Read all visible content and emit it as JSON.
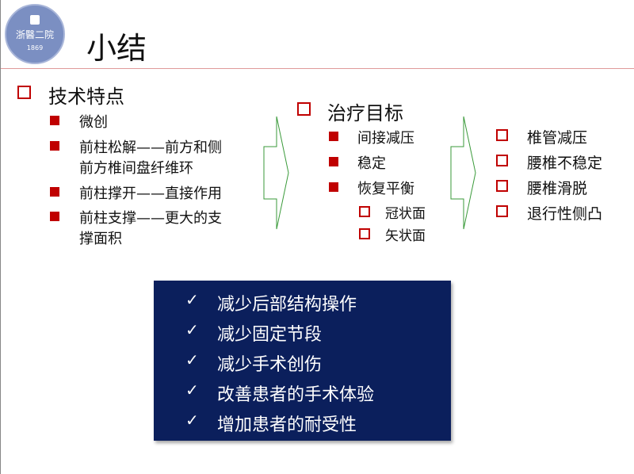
{
  "logo": {
    "text": "浙醫二院",
    "year": "1869"
  },
  "title": "小结",
  "col1": {
    "heading": "技术特点",
    "items": [
      "微创",
      "前柱松解——前方和侧",
      "前方椎间盘纤维环",
      "前柱撑开——直接作用",
      "前柱支撑——更大的支",
      "撑面积"
    ]
  },
  "col2": {
    "heading": "治疗目标",
    "items": [
      "间接减压",
      "稳定",
      "恢复平衡"
    ],
    "subitems": [
      "冠状面",
      "矢状面"
    ]
  },
  "col3": {
    "items": [
      "椎管减压",
      "腰椎不稳定",
      "腰椎滑脱",
      "退行性侧凸"
    ]
  },
  "box": {
    "check": "✓",
    "items": [
      "减少后部结构操作",
      "减少固定节段",
      "减少手术创伤",
      "改善患者的手术体验",
      "增加患者的耐受性"
    ]
  }
}
